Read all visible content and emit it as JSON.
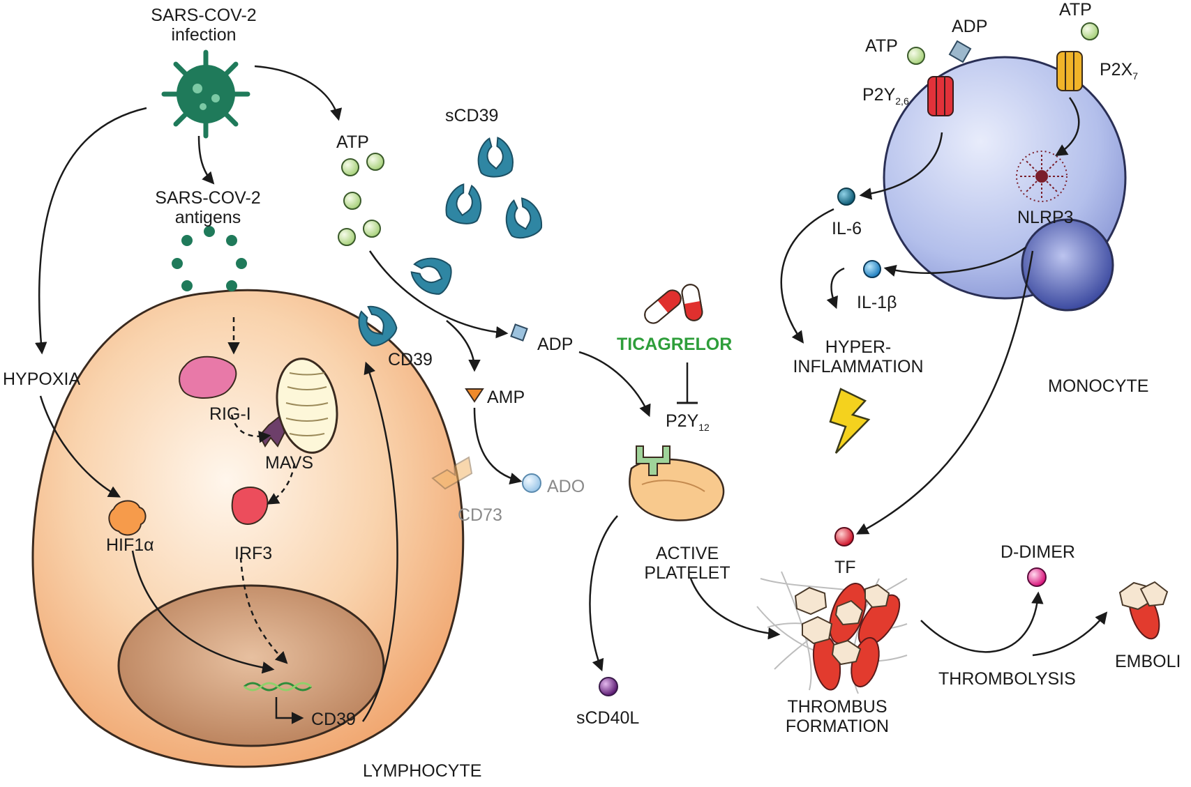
{
  "labels": {
    "infection_line1": "SARS-COV-2",
    "infection_line2": "infection",
    "antigens_line1": "SARS-COV-2",
    "antigens_line2": "antigens",
    "hypoxia": "HYPOXIA",
    "hif1a": "HIF1α",
    "rigi": "RIG-I",
    "mavs": "MAVS",
    "irf3": "IRF3",
    "cd39_membrane": "CD39",
    "cd39_gene": "CD39",
    "lymphocyte": "LYMPHOCYTE",
    "atp_left": "ATP",
    "scd39": "sCD39",
    "adp_mid": "ADP",
    "amp": "AMP",
    "ado": "ADO",
    "cd73": "CD73",
    "ticagrelor": "TICAGRELOR",
    "p2y12_base": "P2Y",
    "p2y12_sub": "12",
    "active_platelet_line1": "ACTIVE",
    "active_platelet_line2": "PLATELET",
    "scd40l": "sCD40L",
    "atp_top_left": "ATP",
    "adp_top": "ADP",
    "atp_top_right": "ATP",
    "p2y26_base": "P2Y",
    "p2y26_sub": "2,6",
    "p2x7_base": "P2X",
    "p2x7_sub": "7",
    "il6": "IL-6",
    "il1b": "IL-1β",
    "nlrp3": "NLRP3",
    "hyper_line1": "HYPER-",
    "hyper_line2": "INFLAMMATION",
    "monocyte": "MONOCYTE",
    "tf": "TF",
    "thrombus_line1": "THROMBUS",
    "thrombus_line2": "FORMATION",
    "ddimer": "D-DIMER",
    "thrombolysis": "THROMBOLYSIS",
    "emboli": "EMBOLI"
  },
  "colors": {
    "lymphocyte_fill": "#f6b98a",
    "nucleus_fill": "#c98f67",
    "monocyte_fill": "#aab7e8",
    "atp_green": "#cfe7a8",
    "cd39_teal": "#2f86a3",
    "virus_green": "#1f7a5a",
    "ticagrelor_green": "#2e9e3a",
    "platelet_fill": "#f8c98d",
    "rbc_red": "#e23b2e"
  }
}
